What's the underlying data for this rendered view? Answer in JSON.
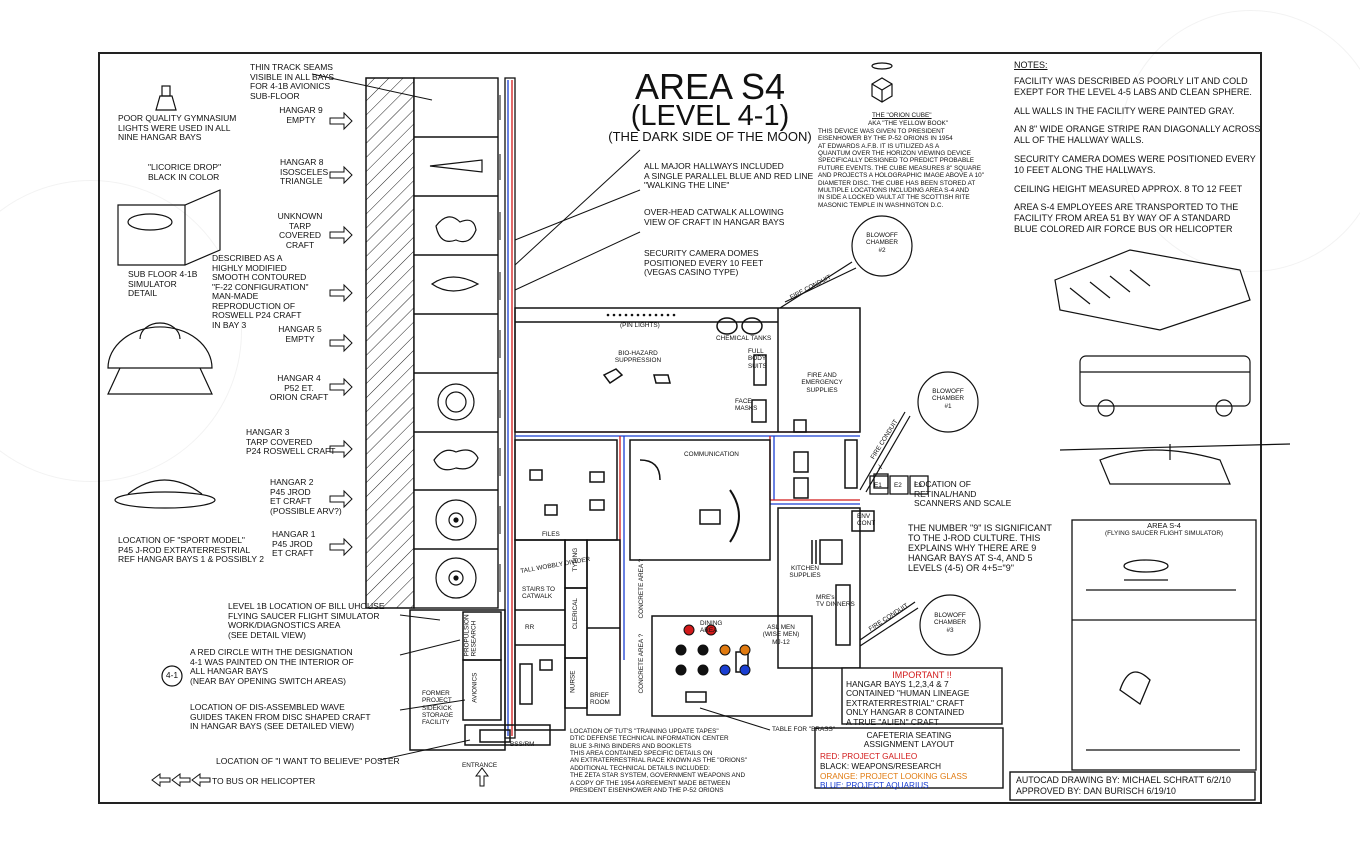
{
  "title": {
    "line1": "AREA S4",
    "line2": "(LEVEL 4-1)",
    "line3": "(THE DARK SIDE OF THE MOON)"
  },
  "left_labels": {
    "track_seams": "THIN TRACK SEAMS\nVISIBLE IN ALL BAYS\nFOR 4-1B AVIONICS\nSUB-FLOOR",
    "lights": "POOR QUALITY GYMNASIUM\nLIGHTS WERE USED IN ALL\nNINE HANGAR BAYS",
    "hangar9": "HANGAR 9\nEMPTY",
    "licorice": "\"LICORICE DROP\"\nBLACK IN COLOR",
    "hangar8": "HANGAR 8\nISOSCELES\nTRIANGLE",
    "unknown": "UNKNOWN\nTARP\nCOVERED\nCRAFT",
    "sub_floor": "SUB FLOOR 4-1B\nSIMULATOR\nDETAIL",
    "f22": "DESCRIBED AS A\nHIGHLY MODIFIED\nSMOOTH CONTOURED\n\"F-22 CONFIGURATION\"\nMAN-MADE\nREPRODUCTION OF\nROSWELL P24 CRAFT\nIN BAY 3",
    "hangar5": "HANGAR 5\nEMPTY",
    "hangar4": "HANGAR 4\nP52 ET.\nORION CRAFT",
    "hangar3": "HANGAR 3\nTARP COVERED\nP24 ROSWELL CRAFT",
    "hangar2": "HANGAR 2\nP45 JROD\nET CRAFT\n(POSSIBLE ARV?)",
    "hangar1": "HANGAR 1\nP45 JROD\nET CRAFT",
    "sport_model": "LOCATION OF \"SPORT MODEL\"\nP45 J-ROD EXTRATERRESTRIAL\nREF HANGAR BAYS 1 & POSSIBLY 2",
    "level1b": "LEVEL 1B LOCATION OF BILL UHOUSE\nFLYING SAUCER FLIGHT SIMULATOR\nWORK/DIAGNOSTICS AREA\n(SEE DETAIL VIEW)",
    "circle_tag": "4-1",
    "red_circle": "A RED CIRCLE WITH THE DESIGNATION\n4-1 WAS PAINTED ON THE INTERIOR OF\nALL HANGAR BAYS\n(NEAR BAY OPENING SWITCH AREAS)",
    "wave_guides": "LOCATION OF DIS-ASSEMBLED WAVE\nGUIDES TAKEN FROM DISC SHAPED CRAFT\nIN HANGAR BAYS (SEE DETAILED VIEW)",
    "poster": "LOCATION OF \"I WANT TO BELIEVE\" POSTER",
    "bus": "TO BUS OR HELICOPTER"
  },
  "center_labels": {
    "hallways": "ALL MAJOR HALLWAYS INCLUDED\nA SINGLE  PARALLEL BLUE AND RED LINE\n\"WALKING THE LINE\"",
    "catwalk": "OVER-HEAD CATWALK ALLOWING\nVIEW OF CRAFT IN HANGAR BAYS",
    "cameras": "SECURITY CAMERA DOMES\nPOSITIONED EVERY 10 FEET\n(VEGAS CASINO TYPE)",
    "orion_cube_title": "THE \"ORION CUBE\"",
    "orion_cube_aka": "AKA \"THE YELLOW BOOK\"",
    "orion_cube_text": "THIS DEVICE WAS GIVEN TO PRESIDENT\nEISENHOWER BY THE P-52 ORIONS IN 1954\nAT EDWARDS A.F.B. IT IS UTILIZED AS A\nQUANTUM OVER THE HORIZON VIEWING DEVICE\nSPECIFICALLY DESIGNED TO PREDICT PROBABLE\nFUTURE EVENTS. THE CUBE MEASURES 8\" SQUARE\nAND PROJECTS A HOLOGRAPHIC IMAGE ABOVE A 10\"\nDIAMETER DISC. THE CUBE HAS BEEN STORED AT\nMULTIPLE LOCATIONS INCLUDING AREA S-4 AND\nIN SIDE A LOCKED VAULT AT THE SCOTTISH RITE\nMASONIC TEMPLE IN WASHINGTON D.C.",
    "blowoff2": "BLOWOFF\nCHAMBER\n#2",
    "blowoff1": "BLOWOFF\nCHAMBER\n#1",
    "blowoff3": "BLOWOFF\nCHAMBER\n#3",
    "fire_conduit": "FIRE CONDUIT",
    "pin_lights": "(PIN LIGHTS)",
    "chemical_tanks": "CHEMICAL TANKS",
    "bio_hazard": "BIO-HAZARD\nSUPPRESSION",
    "full_body": "FULL\nBODY\nSUITS",
    "face_masks": "FACE\nMASKS",
    "fire_supplies": "FIRE AND\nEMERGENCY\nSUPPLIES",
    "retinal": "LOCATION OF\nRETINAL/HAND\nSCANNERS AND SCALE",
    "e1": "E1",
    "e2": "E2",
    "e3": "E3",
    "x": "X",
    "communication": "COMMUNICATION",
    "files": "FILES",
    "env_cont": "ENV\nCONT",
    "kitchen": "KITCHEN\nSUPPLIES",
    "mres": "MRE's\nTV DINNERS",
    "nine_text": "THE NUMBER \"9\" IS SIGNIFICANT\nTO THE J-ROD CULTURE. THIS\nEXPLAINS WHY THERE ARE 9\nHANGAR BAYS AT S-4, AND 5\nLEVELS (4-5) OR 4+5=\"9\"",
    "tall_divider": "TALL WOBBLY DIVIDER",
    "typing": "TYPING",
    "concrete1": "CONCRETE AREA ?",
    "concrete2": "CONCRETE AREA ?",
    "stairs": "STAIRS TO\nCATWALK",
    "rr": "RR",
    "clerical": "CLERICAL",
    "nurse": "NURSE",
    "brief_room": "BRIEF\nROOM",
    "dining": "DINING\nAREA",
    "asl_men": "ASL MEN\n(WISE MEN)\nMJ-12",
    "table_brass": "TABLE FOR \"BRASS\"",
    "propulsion": "PROPULSION\nRESEARCH",
    "avionics": "AVIONICS",
    "former_project": "FORMER\nPROJECT\nSIDEKICK\nSTORAGE\nFACILITY",
    "bss": "BSS/RM",
    "entrance": "ENTRANCE",
    "tuts": "LOCATION OF TUT'S \"TRAINING UPDATE TAPES\"\nDTIC DEFENSE TECHNICAL INFORMATION CENTER\nBLUE 3-RING BINDERS AND BOOKLETS\nTHIS AREA CONTAINED SPECIFIC DETAILS ON\nAN EXTRATERRESTRIAL RACE KNOWN AS THE \"ORIONS\"\nADDITIONAL TECHNICAL DETAILS INCLUDED:\nTHE ZETA STAR SYSTEM, GOVERNMENT WEAPONS AND\nA COPY OF THE 1954 AGREEMENT MADE BETWEEN\nPRESIDENT EISENHOWER AND THE P-52 ORIONS"
  },
  "important": {
    "heading": "IMPORTANT !!",
    "text": "HANGAR BAYS 1,2,3,4 & 7\nCONTAINED \"HUMAN LINEAGE\nEXTRATERRESTRIAL\" CRAFT\nONLY HANGAR 8 CONTAINED\nA TRUE \"ALIEN\" CRAFT"
  },
  "seating": {
    "heading": "CAFETERIA SEATING\nASSIGNMENT LAYOUT",
    "red": "RED: PROJECT GALILEO",
    "black": "BLACK: WEAPONS/RESEARCH",
    "orange": "ORANGE: PROJECT LOOKING GLASS",
    "blue": "BLUE: PROJECT AQUARIUS"
  },
  "credits": {
    "drawn": "AUTOCAD DRAWING BY:  MICHAEL SCHRATT 6/2/10",
    "approved": "APPROVED BY: DAN BURISCH 6/19/10"
  },
  "notes": {
    "heading": "NOTES:",
    "items": [
      "FACILITY WAS DESCRIBED AS POORLY LIT AND COLD\nEXEPT FOR THE LEVEL 4-5 LABS AND CLEAN SPHERE.",
      "ALL WALLS IN THE FACILITY WERE PAINTED GRAY.",
      "AN 8\" WIDE ORANGE STRIPE RAN DIAGONALLY ACROSS\nALL OF THE HALLWAY WALLS.",
      "SECURITY CAMERA DOMES WERE POSITIONED EVERY\n10 FEET ALONG THE HALLWAYS.",
      "CEILING HEIGHT MEASURED APPROX. 8 TO 12 FEET",
      "AREA S-4 EMPLOYEES ARE TRANSPORTED TO THE\nFACILITY FROM AREA 51 BY WAY OF A STANDARD\nBLUE COLORED AIR FORCE BUS OR HELICOPTER"
    ]
  },
  "simulator": {
    "heading": "AREA S-4",
    "subheading": "(FLYING SAUCER FLIGHT SIMULATOR)"
  },
  "colors": {
    "hall_red": "#d21a1a",
    "hall_blue": "#1a3fd2",
    "ink": "#111111"
  }
}
